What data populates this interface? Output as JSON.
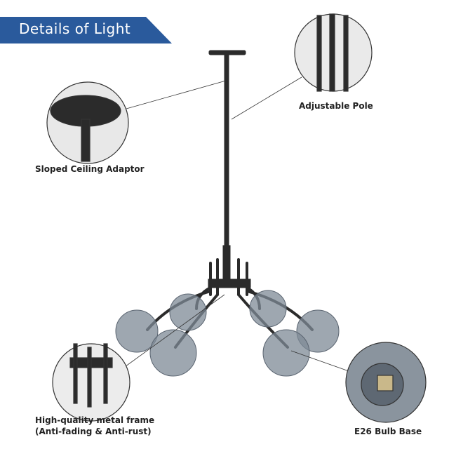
{
  "banner": {
    "title": "Details of Light",
    "color": "#2a5a9c"
  },
  "callouts": [
    {
      "label": "Sloped Ceiling Adaptor"
    },
    {
      "label": "Adjustable Pole"
    },
    {
      "label": "High-quality metal frame",
      "sublabel": "(Anti-fading & Anti-rust)"
    },
    {
      "label": "E26 Bulb Base"
    }
  ]
}
